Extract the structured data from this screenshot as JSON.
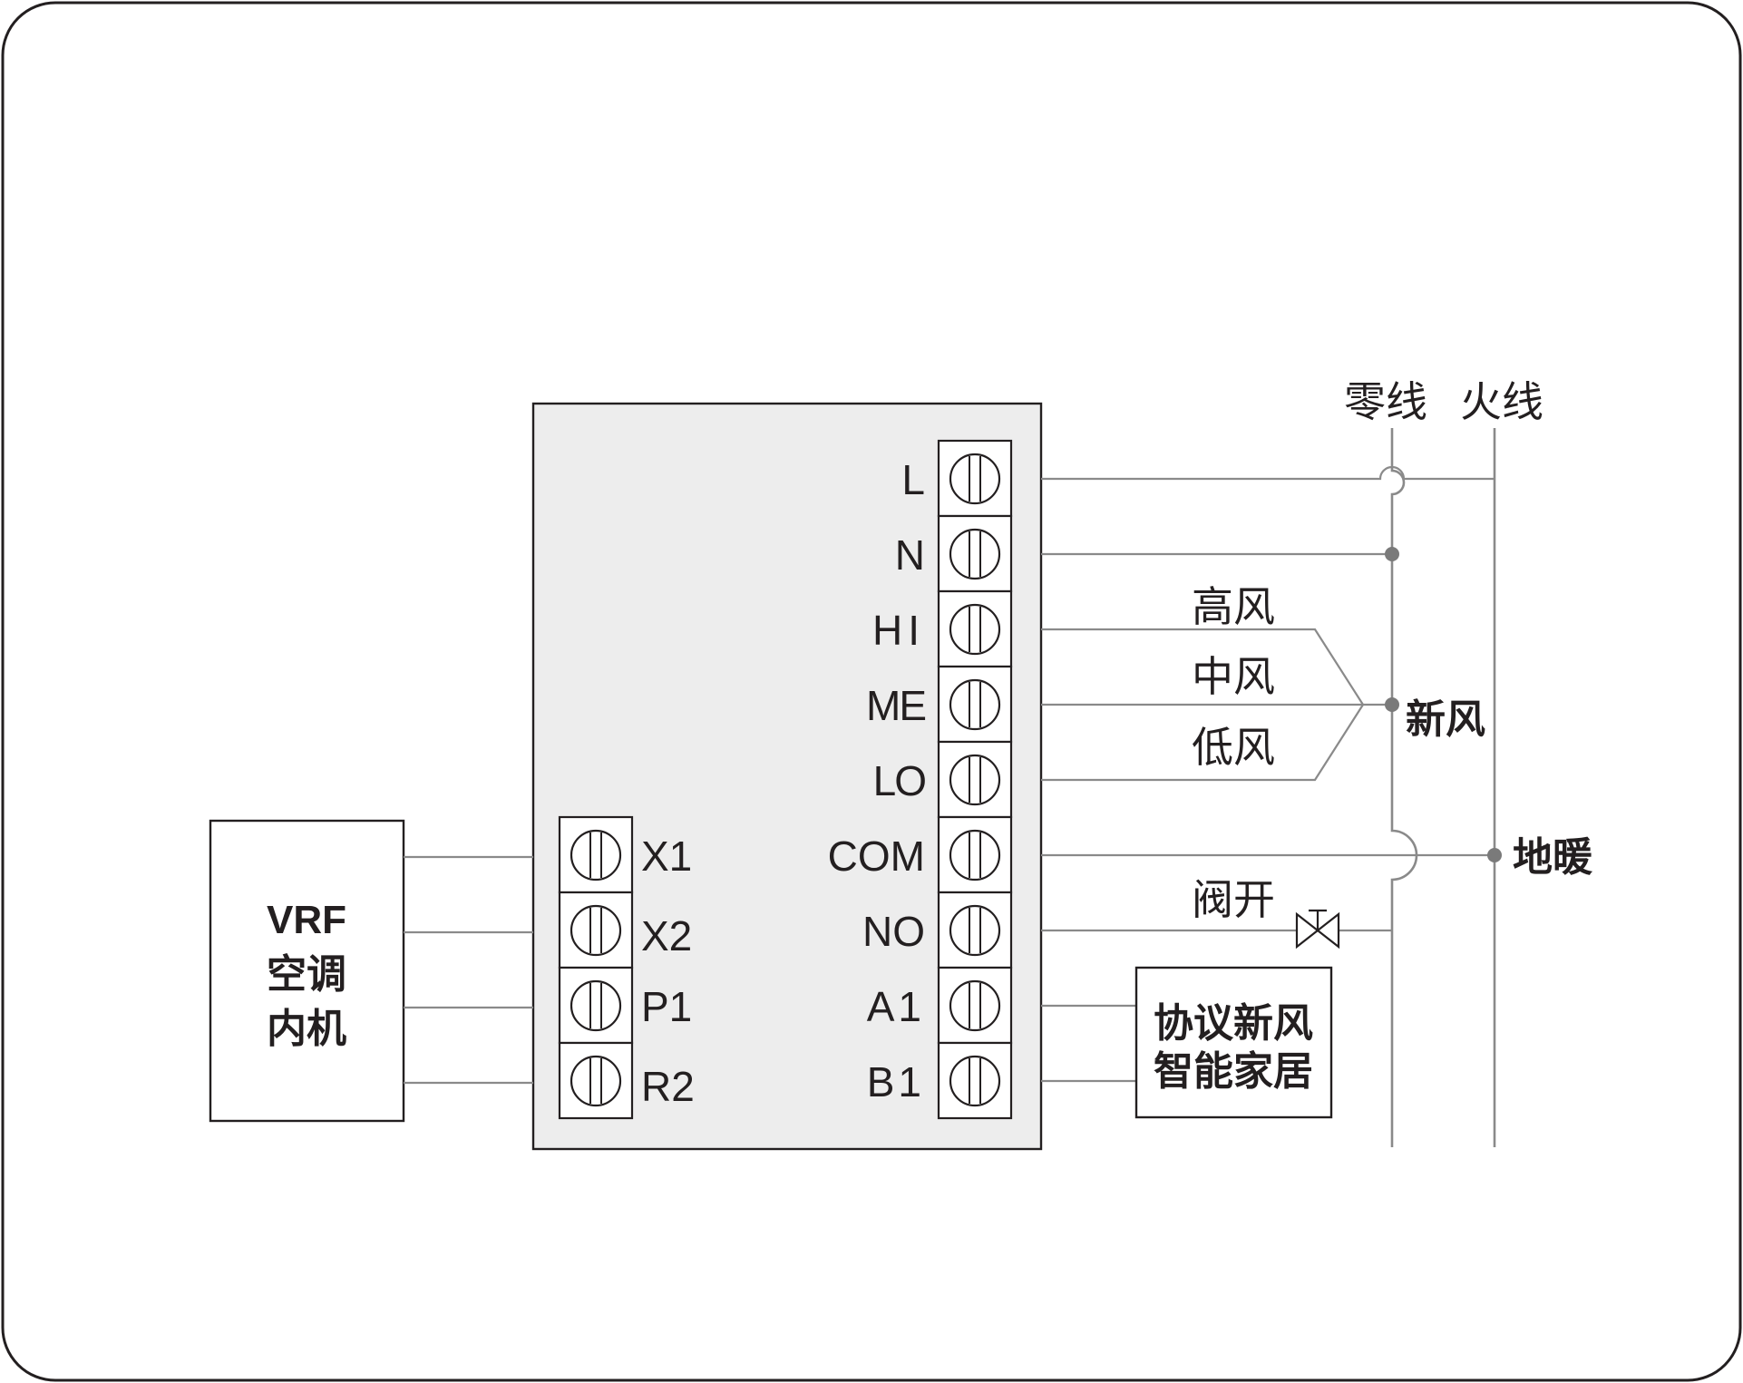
{
  "controller": {
    "right_terminals": [
      "L",
      "N",
      "HI",
      "ME",
      "LO",
      "COM",
      "NO",
      "A1",
      "B1"
    ],
    "left_terminals": [
      "X1",
      "X2",
      "P1",
      "R2"
    ]
  },
  "vrf_box": {
    "lines": [
      "VRF",
      "空调",
      "内机"
    ]
  },
  "power": {
    "neutral_label": "零线",
    "live_label": "火线"
  },
  "fan_speeds": {
    "high": "高风",
    "medium": "中风",
    "low": "低风"
  },
  "fresh_air_label": "新风",
  "floor_heating_label": "地暖",
  "valve_label": "阀开",
  "protocol_box": {
    "lines": [
      "协议新风",
      "智能家居"
    ]
  },
  "colors": {
    "stroke": "#231f20",
    "wire": "#8a8a8a",
    "panel": "#ededed",
    "dot": "#7a7a7a"
  }
}
